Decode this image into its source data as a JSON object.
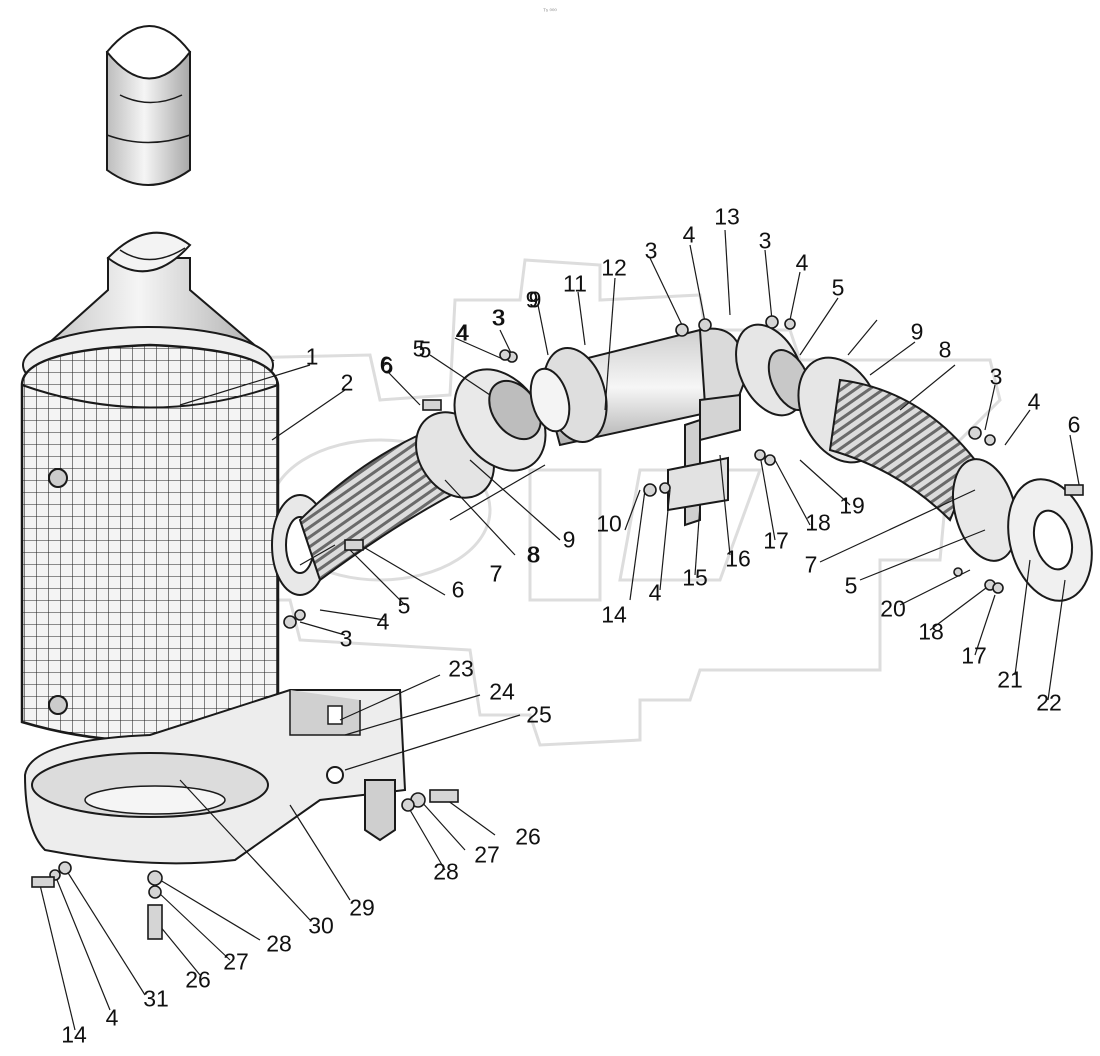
{
  "header": {
    "mark": "ᵀˢ ⁰⁰⁰"
  },
  "colors": {
    "line": "#1a1a1a",
    "metal_light": "#e6e6e6",
    "metal_mid": "#c4c4c4",
    "metal_dark": "#8c8c8c",
    "watermark": "#dddddd"
  },
  "icons": {
    "watermark": "gear-logo-watermark",
    "filter": "air-filter-housing",
    "hose": "corrugated-hose",
    "flange": "pipe-flange"
  },
  "callouts": [
    "1",
    "2",
    "3",
    "4",
    "5",
    "6",
    "7",
    "8",
    "9",
    "10",
    "11",
    "12",
    "13",
    "14",
    "15",
    "16",
    "17",
    "18",
    "19",
    "20",
    "21",
    "22",
    "23",
    "24",
    "25",
    "26",
    "27",
    "28",
    "29",
    "30",
    "31",
    "3",
    "4",
    "3",
    "4",
    "3",
    "4",
    "3",
    "4",
    "3",
    "4",
    "4",
    "4",
    "5",
    "5",
    "5",
    "5",
    "6",
    "6",
    "6",
    "7",
    "7",
    "8",
    "8",
    "9",
    "9",
    "9",
    "14",
    "17",
    "18",
    "26",
    "27",
    "28"
  ]
}
